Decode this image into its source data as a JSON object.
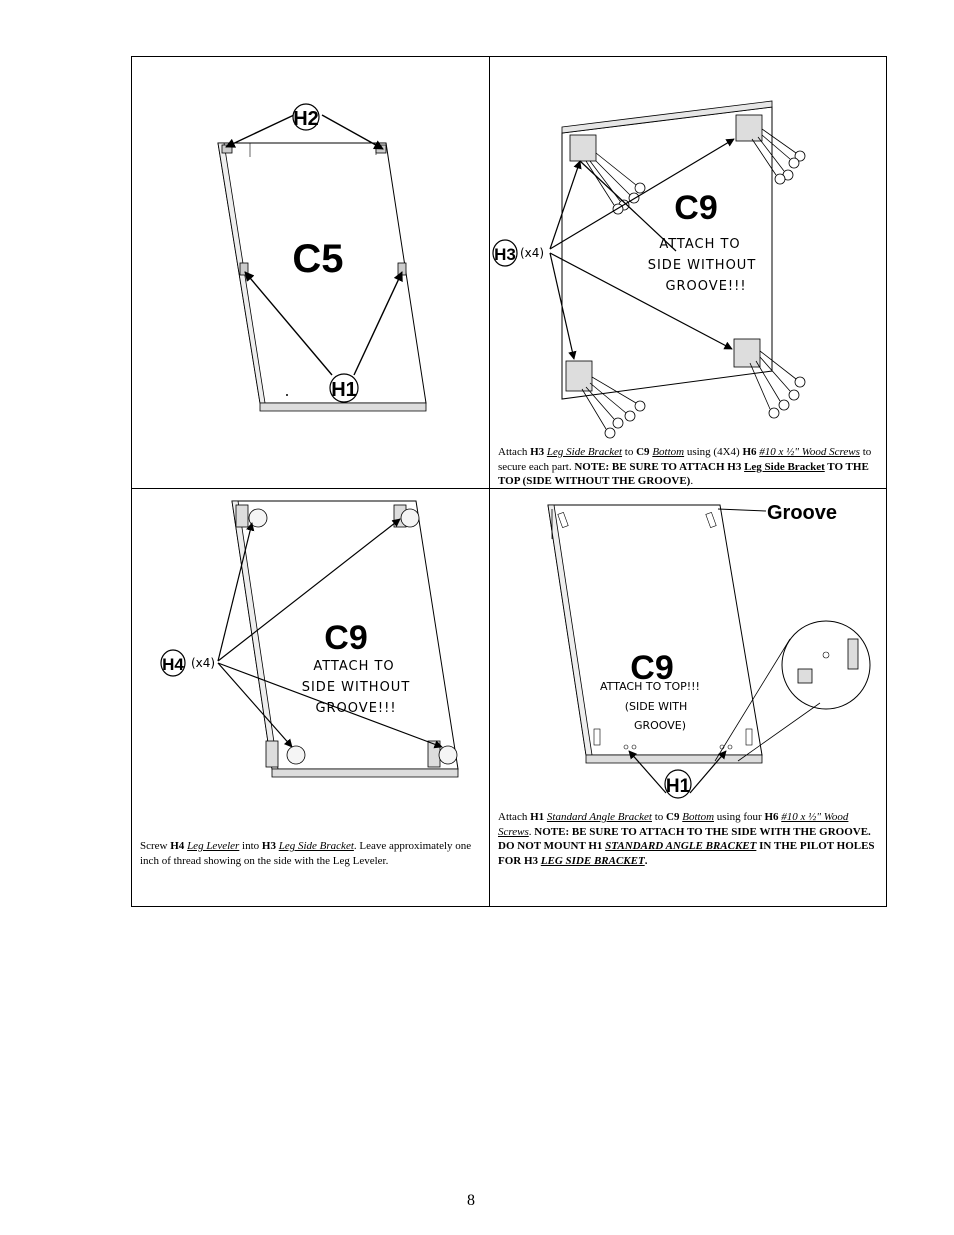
{
  "panels": {
    "p1": {
      "part": "C5",
      "labels": [
        "H2",
        "H1"
      ]
    },
    "p2": {
      "part": "C9",
      "note_lines": [
        "ATTACH TO",
        "SIDE WITHOUT",
        "GROOVE!!!"
      ],
      "callout": "H3",
      "count": "(x4)",
      "caption": {
        "t1": "Attach ",
        "t2": "H3",
        "t3": " ",
        "t4": "Leg Side Bracket",
        "t5": " to ",
        "t6": "C9",
        "t7": " ",
        "t8": "Bottom",
        "t9": " using (4X4) ",
        "t10": "H6",
        "t11": " ",
        "t12": "#10 x ½\" Wood Screws",
        "t13": " to secure each part.  ",
        "t14": "NOTE: BE SURE TO ATTACH H3 ",
        "t15": "Leg Side Bracket",
        "t16": " TO THE TOP (SIDE WITHOUT THE GROOVE)",
        "t17": "."
      }
    },
    "p3": {
      "part": "C9",
      "note_lines": [
        "ATTACH TO",
        "SIDE WITHOUT",
        "GROOVE!!!"
      ],
      "callout": "H4",
      "count": "(x4)",
      "caption": {
        "t1": "Screw ",
        "t2": "H4",
        "t3": " ",
        "t4": "Leg Leveler",
        "t5": " into ",
        "t6": "H3",
        "t7": " ",
        "t8": "Leg Side Bracket",
        "t9": ". Leave approximately one inch of thread showing on the side with the Leg Leveler."
      }
    },
    "p4": {
      "part": "C9",
      "note_lines": [
        "ATTACH TO TOP!!!",
        "(SIDE WITH",
        "GROOVE)"
      ],
      "groove_label": "Groove",
      "callout": "H1",
      "caption": {
        "t1": "Attach ",
        "t2": "H1",
        "t3": " ",
        "t4": "Standard Angle Bracket",
        "t5": " to ",
        "t6": "C9",
        "t7": " ",
        "t8": "Bottom",
        "t9": " using four ",
        "t10": "H6",
        "t11": " ",
        "t12": "#10 x ½\" Wood Screws",
        "t13": ".  ",
        "t14": "NOTE: BE SURE TO ATTACH TO THE SIDE WITH THE GROOVE.  DO NOT MOUNT H1 ",
        "t15": "STANDARD ANGLE BRACKET",
        "t16": " IN THE PILOT HOLES FOR H3 ",
        "t17": "LEG SIDE BRACKET",
        "t18": "."
      }
    }
  },
  "page_number": "8"
}
